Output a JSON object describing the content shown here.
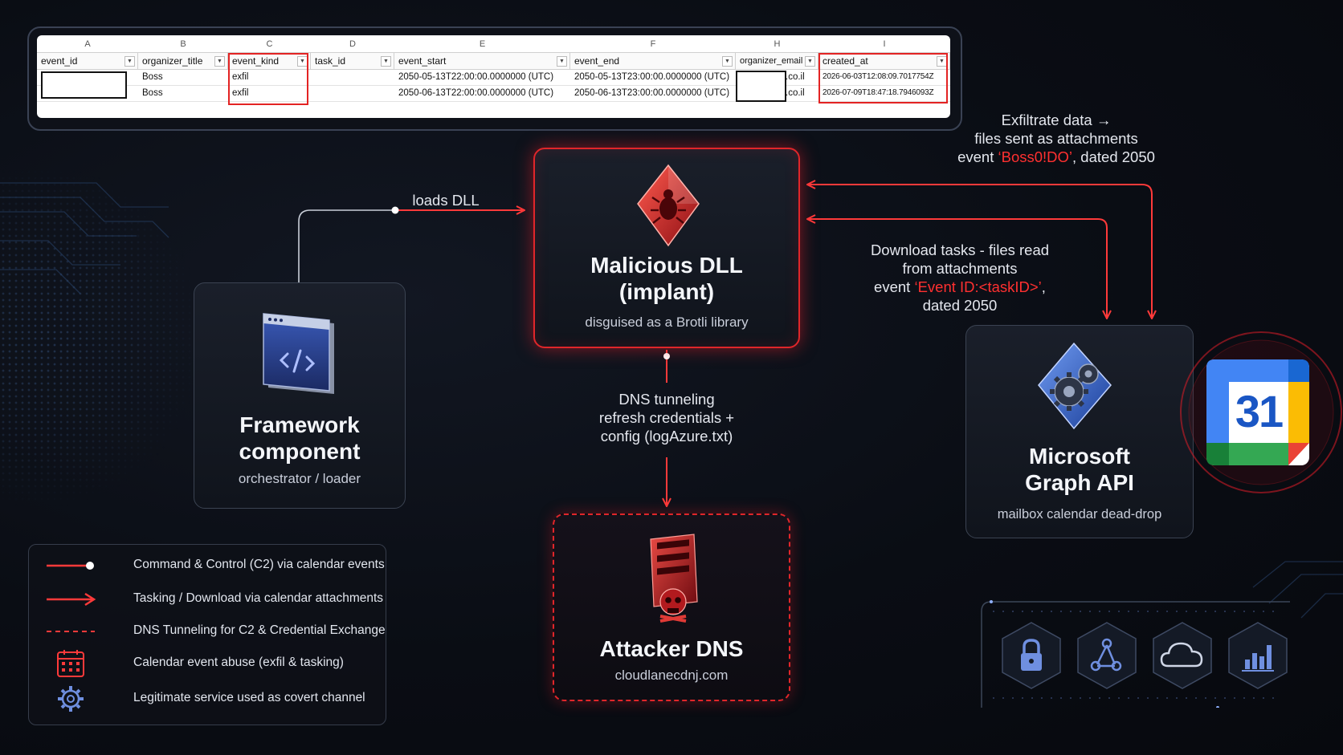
{
  "spreadsheet": {
    "column_letters": [
      "A",
      "B",
      "C",
      "D",
      "E",
      "F",
      "H",
      "I"
    ],
    "headers": [
      "event_id",
      "organizer_title",
      "event_kind",
      "task_id",
      "event_start",
      "event_end",
      "organizer_email",
      "created_at"
    ],
    "rows": [
      {
        "organizer_title": "Boss",
        "event_kind": "exfil",
        "event_start": "2050-05-13T22:00:00.0000000 (UTC)",
        "event_end": "2050-05-13T23:00:00.0000000 (UTC)",
        "organizer_email_suffix": ".co.il",
        "created_at": "2026-06-03T12:08:09.7017754Z"
      },
      {
        "organizer_title": "Boss",
        "event_kind": "exfil",
        "event_start": "2050-06-13T22:00:00.0000000 (UTC)",
        "event_end": "2050-06-13T23:00:00.0000000 (UTC)",
        "organizer_email_suffix": ".co.il",
        "created_at": "2026-07-09T18:47:18.7946093Z"
      }
    ]
  },
  "nodes": {
    "dll": {
      "title_line1": "Malicious DLL",
      "title_line2": "(implant)",
      "subtitle": "disguised as a Brotli library"
    },
    "framework": {
      "title_line1": "Framework",
      "title_line2": "component",
      "subtitle": "orchestrator / loader"
    },
    "graph": {
      "title_line1": "Microsoft",
      "title_line2": "Graph API",
      "subtitle": "mailbox calendar dead-drop"
    },
    "dns": {
      "title": "Attacker DNS",
      "subtitle": "cloudlanecdnj.com"
    }
  },
  "labels": {
    "loads_dll": "loads DLL",
    "exfil_line1": "Exfiltrate data →",
    "exfil_line2": "files sent as attachments",
    "exfil_line3_prefix": "event ",
    "exfil_line3_highlight": "‘Boss0!DO’",
    "exfil_line3_suffix": ", dated 2050",
    "download_line1": "Download tasks - files read",
    "download_line2": "from attachments",
    "download_line3_prefix": "event ",
    "download_line3_highlight": "‘Event ID:<taskID>’",
    "download_line3_suffix": ",",
    "download_line4": "dated 2050",
    "dns_line1": "DNS tunneling",
    "dns_line2": "refresh credentials +",
    "dns_line3": "config (logAzure.txt)"
  },
  "calendar_icon": {
    "day": "31"
  },
  "legend": [
    {
      "sample": "line-dot",
      "text": "Command & Control (C2) via calendar events"
    },
    {
      "sample": "arrow",
      "text": "Tasking / Download via calendar attachments"
    },
    {
      "sample": "dashed",
      "text": "DNS Tunneling for C2 & Credential Exchange"
    },
    {
      "sample": "calendar-icon",
      "text": "Calendar event abuse (exfil & tasking)"
    },
    {
      "sample": "gear-icon",
      "text": "Legitimate service used as covert channel"
    }
  ],
  "icon_panel": [
    "lock-icon",
    "share-icon",
    "cloud-icon",
    "bar-chart-icon"
  ],
  "colors": {
    "accent_red": "#e0262a",
    "highlight_red": "#ff3030",
    "background": "#0a0d14",
    "icon_blue": "#5b7fd6"
  }
}
